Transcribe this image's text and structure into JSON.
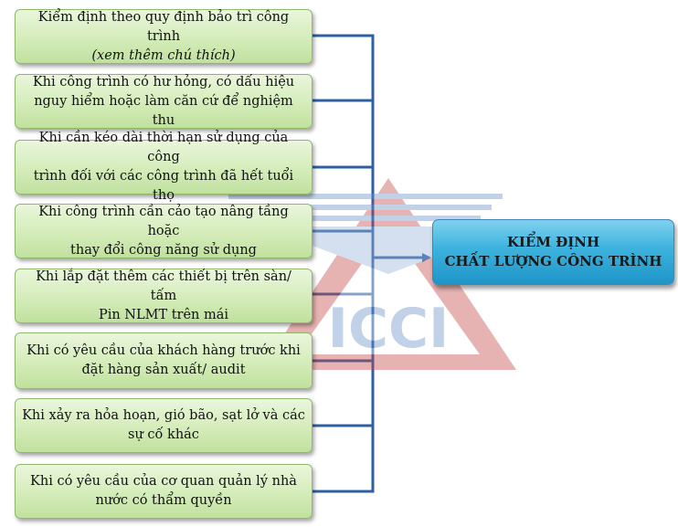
{
  "boxes": [
    {
      "line1": "Kiểm định theo quy định bảo trì công trình",
      "line2": "(xem thêm chú thích)"
    },
    {
      "line1": "Khi công trình có hư hỏng, có dấu hiệu",
      "line2": "nguy hiểm hoặc làm căn cứ để nghiệm thu"
    },
    {
      "line1": "Khi cần kéo dài thời hạn sử dụng của công",
      "line2": "trình đối với các công trình đã hết tuổi thọ"
    },
    {
      "line1": "Khi công trình cần cảo tạo nâng tầng hoặc",
      "line2": "thay đổi công năng sử dụng"
    },
    {
      "line1": "Khi lắp đặt thêm các thiết bị trên sàn/ tấm",
      "line2": "Pin NLMT  trên mái"
    },
    {
      "line1": "Khi có yêu cầu của khách hàng trước khi",
      "line2": "đặt hàng sản xuất/ audit"
    },
    {
      "line1": "Khi xảy ra hỏa hoạn, gió bão, sạt lở và các",
      "line2": "sự cố khác"
    },
    {
      "line1": "Khi có yêu cầu của cơ quan quản lý nhà",
      "line2": "nước có thẩm quyền"
    }
  ],
  "target": {
    "line1": "KIỂM ĐỊNH",
    "line2": "CHẤT LƯỢNG CÔNG TRÌNH"
  },
  "watermark": {
    "text": "ICCI"
  },
  "colors": {
    "connector": "#2f5fa0",
    "box_border": "#8fb86a",
    "box_fill": "#d4ecb9",
    "target_fill": "#3cb2de",
    "watermark_red": "#c44a4a",
    "watermark_blue": "#6b93c9"
  }
}
